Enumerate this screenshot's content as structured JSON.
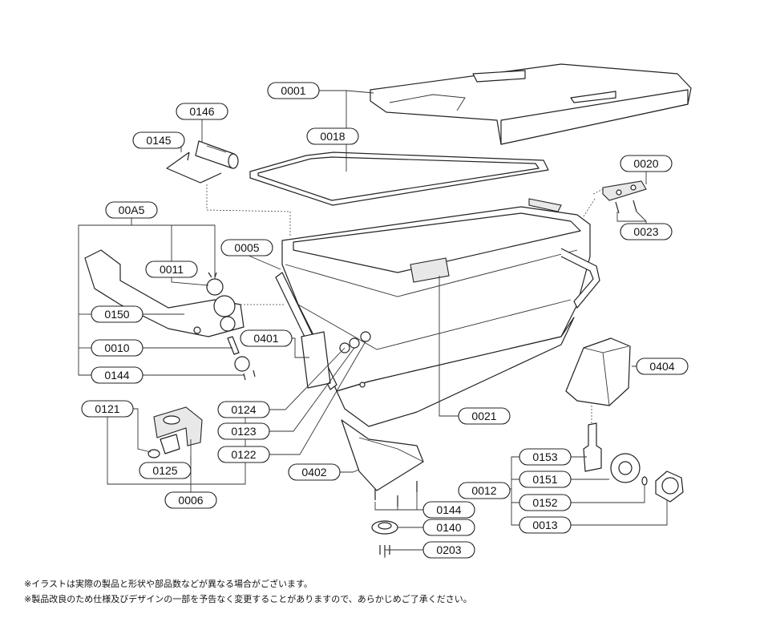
{
  "labels": {
    "l0001": "0001",
    "l0018": "0018",
    "l0146": "0146",
    "l0145": "0145",
    "l0020": "0020",
    "l0023": "0023",
    "l00A5": "00A5",
    "l0005": "0005",
    "l0011": "0011",
    "l0150": "0150",
    "l0401": "0401",
    "l0010": "0010",
    "l0404": "0404",
    "l0144a": "0144",
    "l0121": "0121",
    "l0124": "0124",
    "l0021": "0021",
    "l0123": "0123",
    "l0122": "0122",
    "l0125": "0125",
    "l0153": "0153",
    "l0402": "0402",
    "l0012": "0012",
    "l0151": "0151",
    "l0006": "0006",
    "l0152": "0152",
    "l0144b": "0144",
    "l0013": "0013",
    "l0140": "0140",
    "l0203": "0203"
  },
  "notes": {
    "note1": "※イラストは実際の製品と形状や部品数などが異なる場合がございます。",
    "note2": "※製品改良のため仕様及びデザインの一部を予告なく変更することがありますので、あらかじめご了承ください。"
  }
}
